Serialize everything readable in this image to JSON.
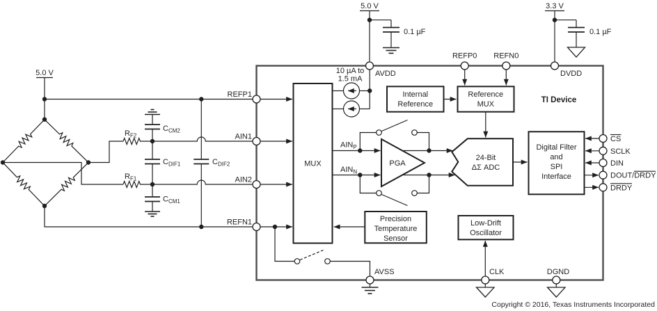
{
  "supplies": {
    "bridge": "5.0 V",
    "avdd": "5.0 V",
    "dvdd": "3.3 V",
    "avdd_cap": "0.1 µF",
    "dvdd_cap": "0.1 µF"
  },
  "inputs": {
    "refp1": "REFP1",
    "ain1": "AIN1",
    "ain2": "AIN2",
    "refn1": "REFN1"
  },
  "passives": {
    "rf2": {
      "base": "R",
      "sub": "F2"
    },
    "rf1": {
      "base": "R",
      "sub": "F1"
    },
    "ccm2": {
      "base": "C",
      "sub": "CM2"
    },
    "cdif1": {
      "base": "C",
      "sub": "DIF1"
    },
    "ccm1": {
      "base": "C",
      "sub": "CM1"
    },
    "cdif2": {
      "base": "C",
      "sub": "DIF2"
    }
  },
  "device": {
    "label": "TI Device",
    "pins": {
      "refp0": "REFP0",
      "refn0": "REFN0",
      "avdd": "AVDD",
      "dvdd": "DVDD",
      "avss": "AVSS",
      "clk": "CLK",
      "dgnd": "DGND"
    },
    "current_source": {
      "line1": "10 µA to",
      "line2": "1.5 mA"
    },
    "mux": "MUX",
    "pga": "PGA",
    "internal_reference": {
      "line1": "Internal",
      "line2": "Reference"
    },
    "reference_mux": {
      "line1": "Reference",
      "line2": "MUX"
    },
    "adc": {
      "line1": "24-Bit",
      "line2": "ΔΣ ADC"
    },
    "digital_filter": {
      "line1": "Digital Filter",
      "line2": "and",
      "line3": "SPI",
      "line4": "Interface"
    },
    "temp_sensor": {
      "line1": "Precision",
      "line2": "Temperature",
      "line3": "Sensor"
    },
    "oscillator": {
      "line1": "Low-Drift",
      "line2": "Oscillator"
    },
    "ainp": {
      "base": "AIN",
      "sub": "P"
    },
    "ainn": {
      "base": "AIN",
      "sub": "N"
    },
    "spi": {
      "cs": "CS",
      "sclk": "SCLK",
      "din": "DIN",
      "dout_part1": "DOUT/",
      "dout_part2": "DRDY",
      "drdy": "DRDY"
    }
  },
  "footer": {
    "copyright": "Copyright © 2016, Texas Instruments Incorporated"
  }
}
